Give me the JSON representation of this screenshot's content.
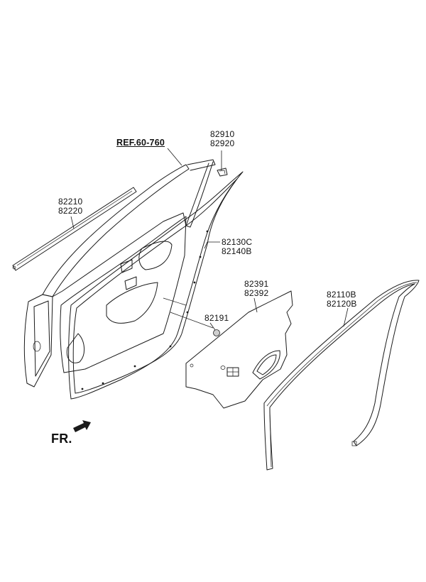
{
  "diagram": {
    "ref_label": "REF.60-760",
    "direction_label": "FR.",
    "callouts": [
      {
        "id": "c1",
        "line1": "82910",
        "line2": "82920"
      },
      {
        "id": "c2",
        "line1": "82210",
        "line2": "82220"
      },
      {
        "id": "c3",
        "line1": "82130C",
        "line2": "82140B"
      },
      {
        "id": "c4",
        "line1": "82391",
        "line2": "82392"
      },
      {
        "id": "c5",
        "line1": "82110B",
        "line2": "82120B"
      },
      {
        "id": "c6",
        "line1": "82191",
        "line2": ""
      }
    ]
  }
}
